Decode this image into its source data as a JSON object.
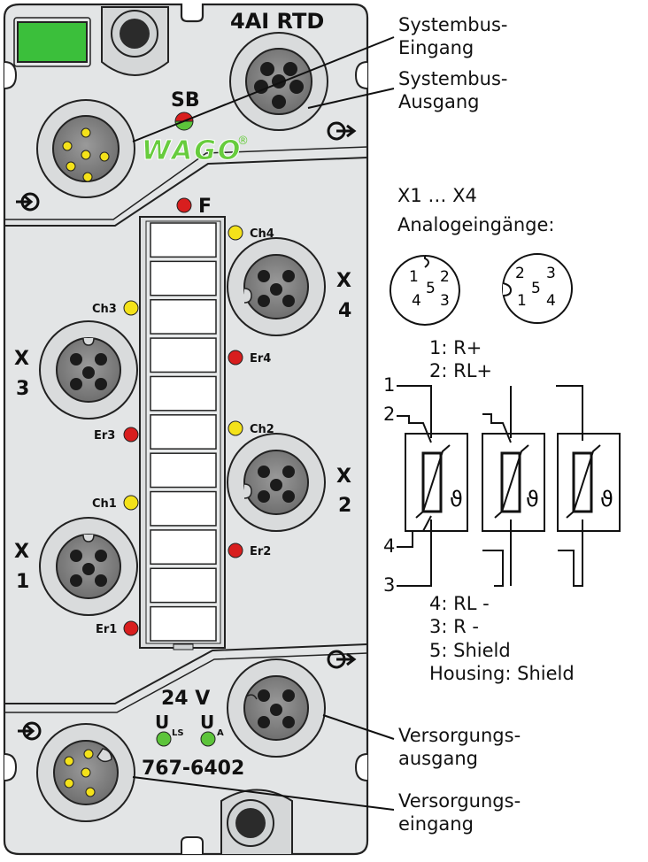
{
  "device": {
    "title": "4AI RTD",
    "article_number": "767-6402",
    "brand": "WAGO",
    "sb_label": "SB",
    "f_label": "F",
    "voltage": "24 V",
    "u_ls": {
      "main": "U",
      "sub": "LS"
    },
    "u_a": {
      "main": "U",
      "sub": "A"
    },
    "channels": {
      "ch4": "Ch4",
      "ch3": "Ch3",
      "ch2": "Ch2",
      "ch1": "Ch1",
      "er4": "Er4",
      "er3": "Er3",
      "er2": "Er2",
      "er1": "Er1"
    },
    "ports": {
      "x4": {
        "letter": "X",
        "num": "4"
      },
      "x3": {
        "letter": "X",
        "num": "3"
      },
      "x2": {
        "letter": "X",
        "num": "2"
      },
      "x1": {
        "letter": "X",
        "num": "1"
      }
    },
    "colors": {
      "housing": "#e3e5e6",
      "panel": "#eceeee",
      "led_green": "#5cc43a",
      "led_red": "#d81e1e",
      "led_yellow": "#f4e21a",
      "wago_green": "#67cc3d",
      "connector_gray": "#7c7c7c"
    }
  },
  "annotations": {
    "systembus_eingang": [
      "Systembus-",
      "Eingang"
    ],
    "systembus_ausgang": [
      "Systembus-",
      "Ausgang"
    ],
    "versorgungs_ausgang": [
      "Versorgungs-",
      "ausgang"
    ],
    "versorgungs_eingang": [
      "Versorgungs-",
      "eingang"
    ]
  },
  "pinout": {
    "title_line1": "X1 … X4",
    "title_line2": "Analogeingänge:",
    "left_pins": [
      "1",
      "2",
      "5",
      "4",
      "3"
    ],
    "right_pins": [
      "2",
      "3",
      "5",
      "1",
      "4"
    ]
  },
  "wiring": {
    "legend_top": [
      "1: R+",
      "2: RL+"
    ],
    "legend_bottom": [
      "4: RL -",
      "3: R -",
      "5: Shield",
      "Housing: Shield"
    ],
    "terminal_labels": [
      "1",
      "2",
      "4",
      "3"
    ],
    "theta_symbol": "ϑ"
  }
}
